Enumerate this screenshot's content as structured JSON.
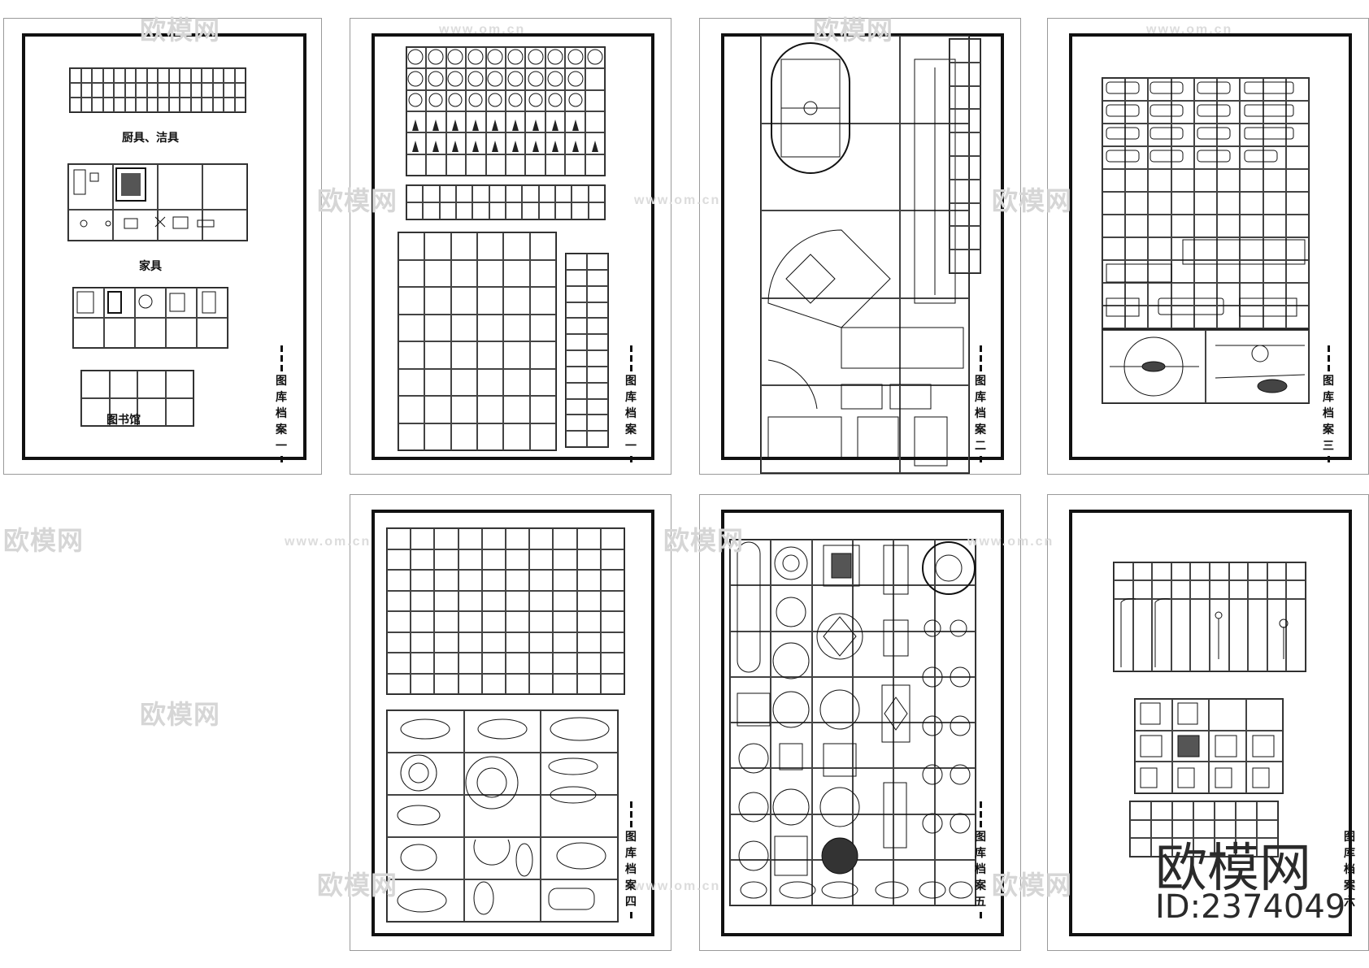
{
  "sheets": [
    {
      "label": [
        "图",
        "库",
        "档",
        "案",
        "一"
      ],
      "captions": [
        "厨具、洁具",
        "家具",
        "图书馆"
      ]
    },
    {
      "label": [
        "图",
        "库",
        "档",
        "案",
        "一"
      ]
    },
    {
      "label": [
        "图",
        "库",
        "档",
        "案",
        "二"
      ]
    },
    {
      "label": [
        "图",
        "库",
        "档",
        "案",
        "三"
      ]
    },
    {
      "label": [
        "图",
        "库",
        "档",
        "案",
        "四"
      ]
    },
    {
      "label": [
        "图",
        "库",
        "档",
        "案",
        "五"
      ]
    },
    {
      "label": [
        "图",
        "库",
        "档",
        "案",
        "六"
      ]
    }
  ],
  "watermark": {
    "brand": "欧模网",
    "url": "www.om.cn"
  },
  "brand": {
    "name": "欧模网",
    "id": "ID:2374049"
  }
}
